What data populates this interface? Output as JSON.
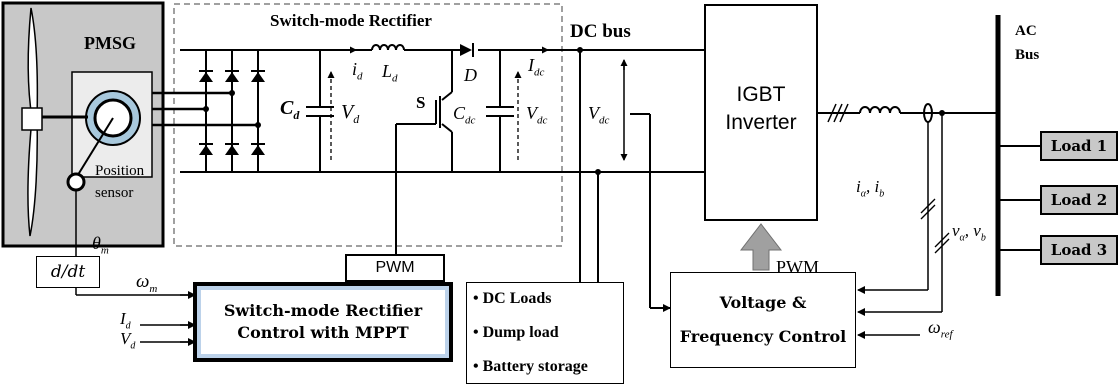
{
  "pmsg": {
    "title": "PMSG",
    "sensor_line1": "Position",
    "sensor_line2": "sensor"
  },
  "rectifier": {
    "title": "Switch-mode Rectifier",
    "cd": "C",
    "cd_sub": "d",
    "vd": "V",
    "vd_sub": "d",
    "id": "i",
    "id_sub": "d",
    "ld": "L",
    "ld_sub": "d",
    "d": "D",
    "s": "S",
    "cdc": "C",
    "cdc_sub": "dc",
    "idc": "I",
    "idc_sub": "dc",
    "vdc": "V",
    "vdc_sub": "dc"
  },
  "dc_bus": {
    "label": "DC bus",
    "vdc": "V",
    "vdc_sub": "dc"
  },
  "inverter": {
    "line1": "IGBT",
    "line2": "Inverter",
    "pwm": "PWM"
  },
  "ac_bus": {
    "line1": "AC",
    "line2": "Bus"
  },
  "loads": [
    "Load 1",
    "Load 2",
    "Load 3"
  ],
  "measurements": {
    "currents": "i",
    "currents_sub": "α",
    "currents_sep": ", i",
    "currents_sub2": "b",
    "voltages": "v",
    "voltages_sub": "α",
    "voltages_sep": ", v",
    "voltages_sub2": "b"
  },
  "mechanical": {
    "theta": "θ",
    "theta_sub": "m",
    "deriv": "d/dt",
    "omega": "ω",
    "omega_sub": "m",
    "id": "I",
    "id_sub": "d",
    "vd": "V",
    "vd_sub": "d"
  },
  "pwm_box": "PWM",
  "rect_control": {
    "line1": "Switch-mode Rectifier",
    "line2": "Control with MPPT"
  },
  "dc_loads": [
    "• DC Loads",
    "• Dump load",
    "• Battery storage"
  ],
  "vf_control": {
    "line1": "Voltage &",
    "line2": "Frequency Control",
    "omega_ref": "ω",
    "omega_ref_sub": "ref"
  },
  "colors": {
    "pmsg_bg": "#c8c8c8",
    "load_bg": "#c8c8c8",
    "rect_ctrl_inner": "#bcd2ea",
    "pwm_arrow": "#a0a0a0",
    "line": "#000000",
    "dashed": "#808080"
  }
}
